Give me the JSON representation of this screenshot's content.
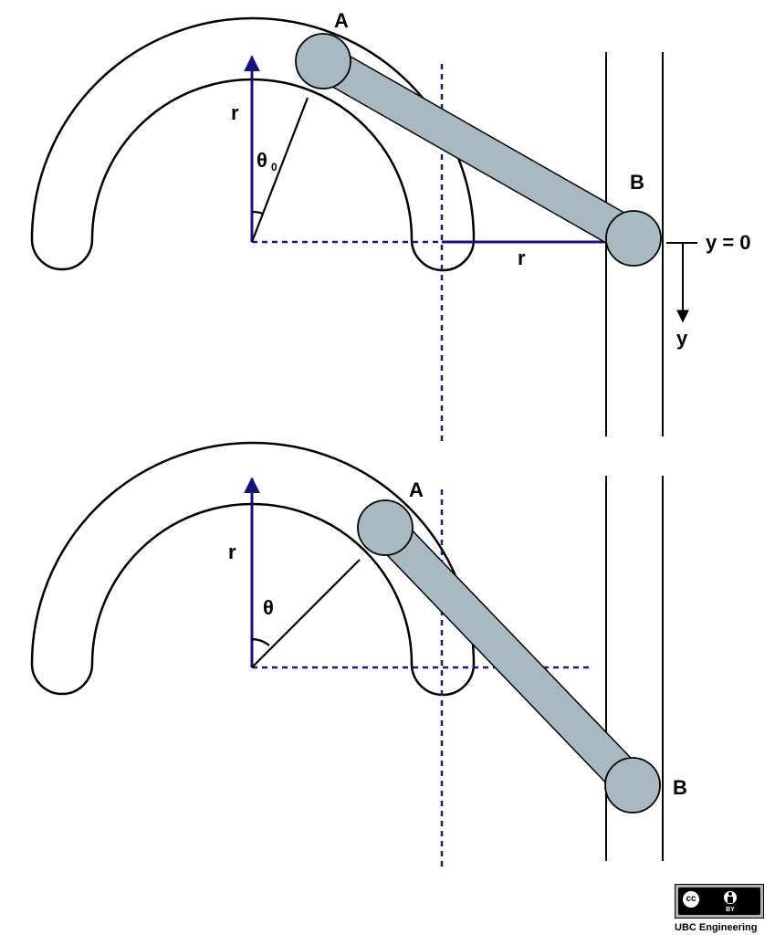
{
  "labels": {
    "top_A": "A",
    "top_B": "B",
    "top_r_vertical": "r",
    "top_r_horizontal": "r",
    "top_theta": "θ",
    "top_theta_sub": "0",
    "y_zero": "y = 0",
    "y_axis": "y",
    "bottom_A": "A",
    "bottom_B": "B",
    "bottom_r_vertical": "r",
    "bottom_theta": "θ"
  },
  "license": {
    "cc_text": "cc",
    "by_text": "BY",
    "org": "UBC Engineering"
  },
  "colors": {
    "vector": "#14147a",
    "dashed_guide": "#1a1a7a",
    "rod_fill": "#a8b9c2",
    "badge_gray": "#aab2ab"
  }
}
